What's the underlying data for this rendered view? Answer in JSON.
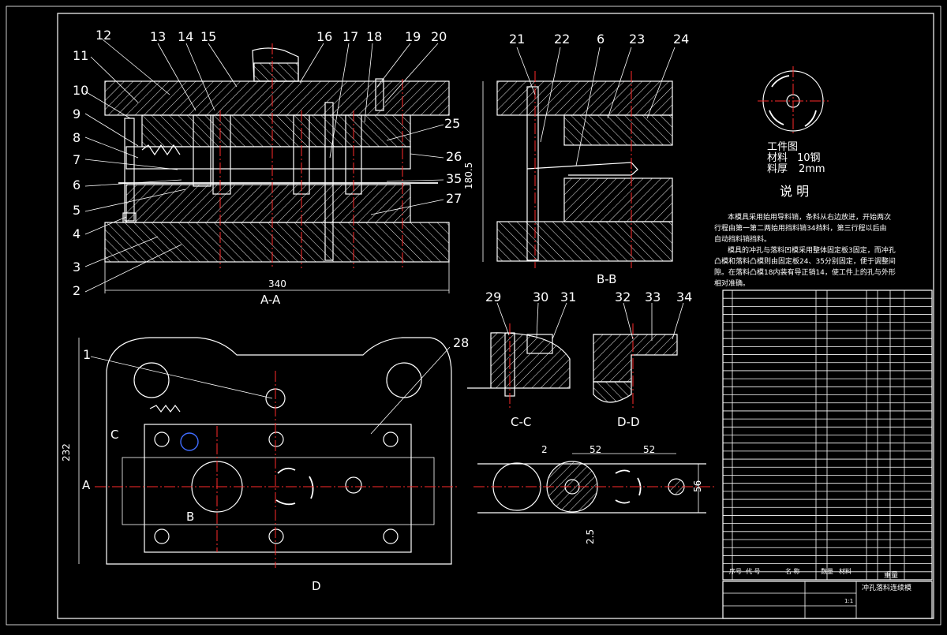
{
  "part_numbers": [
    "1",
    "2",
    "3",
    "4",
    "5",
    "6",
    "7",
    "8",
    "9",
    "10",
    "11",
    "12",
    "13",
    "14",
    "15",
    "16",
    "17",
    "18",
    "19",
    "20",
    "21",
    "22",
    "23",
    "24",
    "25",
    "26",
    "27",
    "28",
    "29",
    "30",
    "31",
    "32",
    "33",
    "34",
    "35"
  ],
  "section_labels": {
    "aa": "A-A",
    "bb": "B-B",
    "cc": "C-C",
    "dd": "D-D",
    "mark_a": "A",
    "mark_b": "B",
    "mark_c": "C",
    "mark_d": "D"
  },
  "dimensions": {
    "width_340": "340",
    "height_180_5": "180.5",
    "height_232": "232",
    "pitch_52a": "52",
    "pitch_52b": "52",
    "gap_2": "2",
    "strip_56": "56",
    "offset_2_5": "2.5"
  },
  "workpiece": {
    "title": "工件图",
    "material_label": "材料",
    "material_value": "10钢",
    "thickness_label": "料厚",
    "thickness_value": "2mm"
  },
  "notes": {
    "heading": "说  明",
    "line1": "本模具采用始用导料销，条料从右边放进，开始两次",
    "line2": "行程由第一第二两始用挡料销34挡料，第三行程以后由",
    "line3": "自动挡料销挡料。",
    "line4": "模具的冲孔与落料凹模采用整体固定板3固定，而冲孔",
    "line5": "凸模和落料凸模则由固定板24、35分别固定，便于调整间",
    "line6": "隙。在落料凸模18内装有导正销14，使工件上的孔与外形",
    "line7": "相对准确。"
  },
  "bom_header": {
    "seq": "序号",
    "code": "代  号",
    "name": "名  称",
    "qty": "数量",
    "material": "材料",
    "weight": "重量"
  },
  "title_block": {
    "drawing_title": "冲孔落料连续模",
    "scale": "1:1"
  }
}
